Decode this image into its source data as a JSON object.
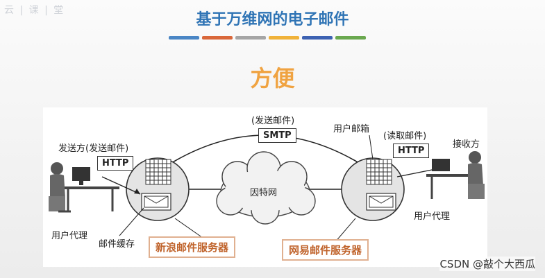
{
  "watermark": "云 | 课 | 堂",
  "title": "基于万维网的电子邮件",
  "accent_bars": [
    "#4a86c5",
    "#d9673a",
    "#a5a5a5",
    "#f0b23a",
    "#3d62b2",
    "#6aa84f"
  ],
  "subtitle": "方便",
  "diagram": {
    "sender": "发送方(发送邮件)",
    "http_left": "HTTP",
    "smtp_caption": "(发送邮件)",
    "smtp": "SMTP",
    "user_mailbox": "用户邮箱",
    "read_caption": "(读取邮件)",
    "http_right": "HTTP",
    "receiver": "接收方",
    "internet": "因特网",
    "user_agent_left": "用户代理",
    "mail_buffer": "邮件缓存",
    "sina_server": "新浪邮件服务器",
    "netease_server": "网易邮件服务器",
    "user_agent_right": "用户代理"
  },
  "footer": "CSDN @敲个大西瓜"
}
